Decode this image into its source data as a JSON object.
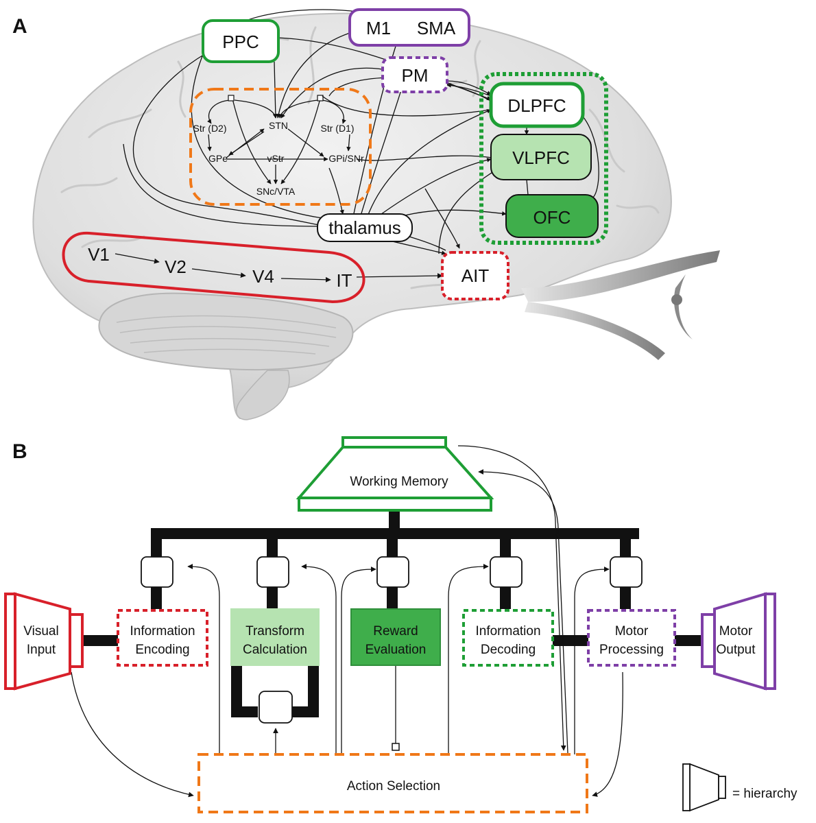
{
  "panels": {
    "a": "A",
    "b": "B"
  },
  "colors": {
    "green": "#1e9e35",
    "red": "#d8202a",
    "purple": "#7e3fa7",
    "orange": "#f07818",
    "light_green": "#b6e3b1",
    "mid_green": "#7ccb7a",
    "dark_green": "#3fae4b"
  },
  "brain": {
    "regions": {
      "ppc": "PPC",
      "m1": "M1",
      "sma": "SMA",
      "pm": "PM",
      "dlpfc": "DLPFC",
      "vlpfc": "VLPFC",
      "ofc": "OFC",
      "thalamus": "thalamus",
      "v1": "V1",
      "v2": "V2",
      "v4": "V4",
      "it": "IT",
      "ait": "AIT"
    },
    "basal_ganglia": {
      "str_d2": "Str (D2)",
      "stn": "STN",
      "str_d1": "Str (D1)",
      "gpe": "GPe",
      "vstr": "vStr",
      "gpi_snr": "GPi/SNr",
      "snc_vta": "SNc/VTA"
    }
  },
  "model": {
    "working_memory": "Working Memory",
    "visual_input": [
      "Visual",
      "Input"
    ],
    "information_encoding": [
      "Information",
      "Encoding"
    ],
    "transform_calculation": [
      "Transform",
      "Calculation"
    ],
    "reward_evaluation": [
      "Reward",
      "Evaluation"
    ],
    "information_decoding": [
      "Information",
      "Decoding"
    ],
    "motor_processing": [
      "Motor",
      "Processing"
    ],
    "motor_output": [
      "Motor",
      "Output"
    ],
    "action_selection": "Action Selection",
    "legend_hierarchy": "= hierarchy"
  }
}
